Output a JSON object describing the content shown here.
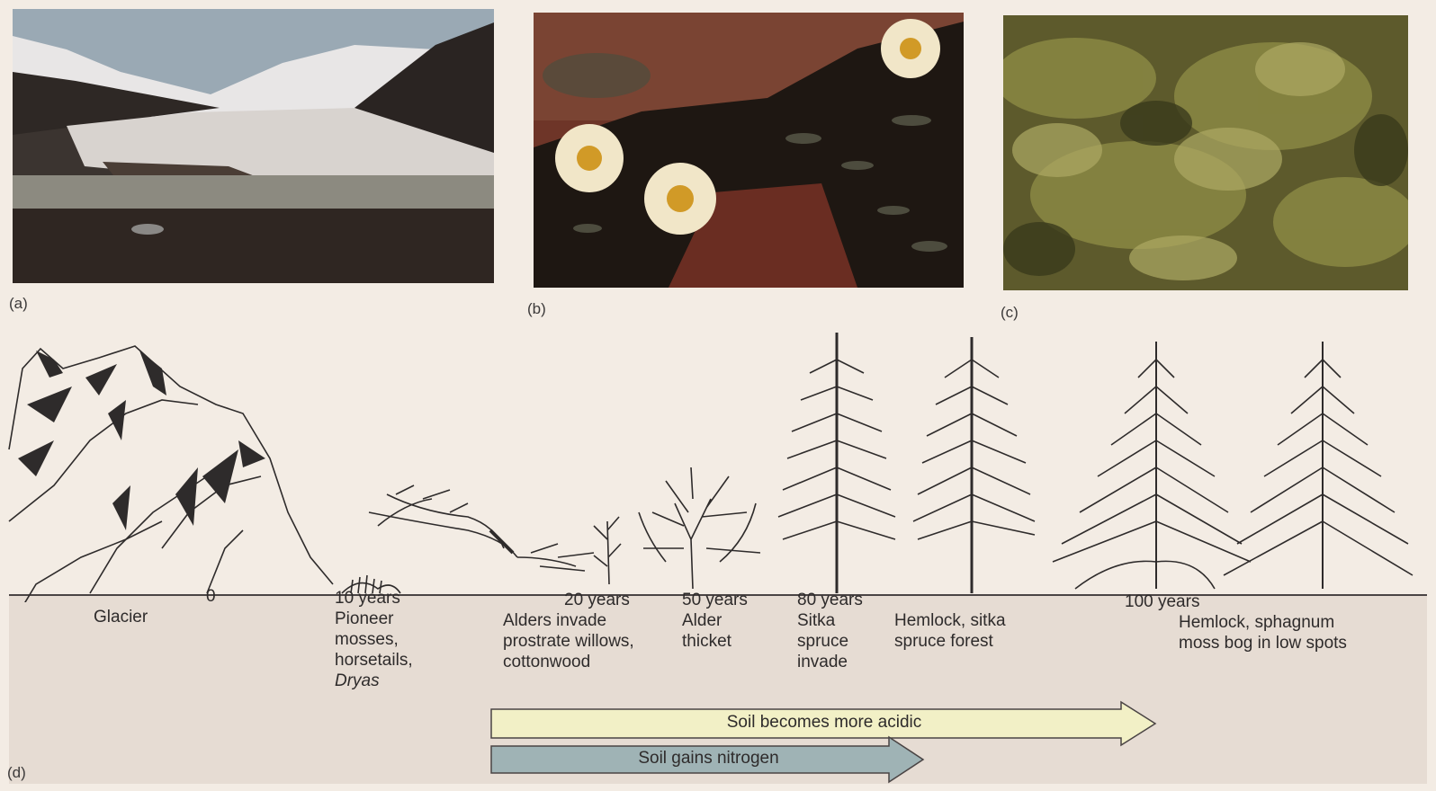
{
  "panels": [
    {
      "label": "(a)"
    },
    {
      "label": "(b)"
    },
    {
      "label": "(c)"
    },
    {
      "label": "(d)"
    }
  ],
  "stages": {
    "glacier": "Glacier",
    "zero": "0",
    "y10": {
      "years": "10 years",
      "lines": [
        "Pioneer",
        "mosses,",
        "horsetails,"
      ],
      "italic": "Dryas"
    },
    "y20": {
      "years": "20 years",
      "lines": [
        "Alders invade",
        "prostrate willows,",
        "cottonwood"
      ]
    },
    "y50": {
      "years": "50 years",
      "lines": [
        "Alder",
        "thicket"
      ]
    },
    "y80": {
      "years": "80 years",
      "lines": [
        "Sitka",
        "spruce",
        "invade"
      ]
    },
    "hemlock_sitka": {
      "lines": [
        "Hemlock, sitka",
        "spruce forest"
      ]
    },
    "y100": {
      "years": "100 years",
      "lines": [
        "Hemlock, sphagnum",
        "moss bog in low spots"
      ]
    }
  },
  "arrows": {
    "acidic": {
      "label": "Soil becomes more acidic",
      "color": "#f2f0c6"
    },
    "nitrogen": {
      "label": "Soil gains nitrogen",
      "color": "#9fb3b5"
    }
  },
  "colors": {
    "background": "#f3ece4",
    "ground": "#e6dcd3",
    "ink": "#2e2b2b"
  }
}
